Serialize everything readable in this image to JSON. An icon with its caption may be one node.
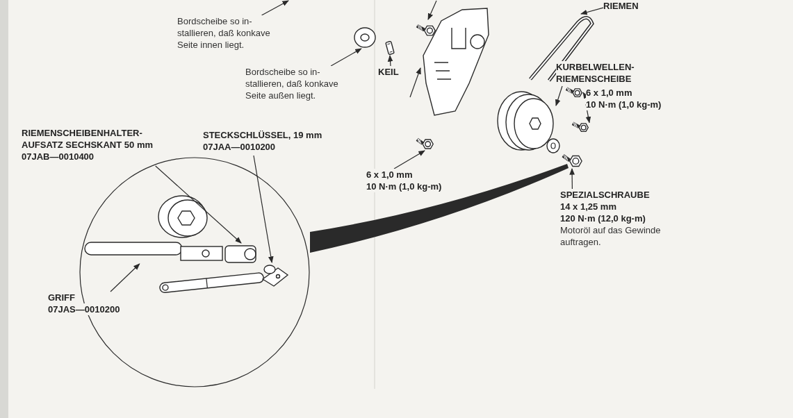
{
  "diagram": {
    "nodes": [
      {
        "text": [
          "Bordscheibe so in- stallieren, daß konkave Seite innen liegt."
        ]
      },
      {
        "text": [
          "Bordscheibe so in- stallieren, daß konkave Seite außen liegt."
        ]
      },
      {
        "text": [
          "KEIL"
        ]
      },
      {
        "text": [
          "RIEMEN"
        ]
      },
      {
        "text": [
          "KURBELWELLEN- RIEMENSCHEIBE"
        ]
      },
      {
        "text": [
          "6 x 1,0 mm",
          "10 N·m (1,0 kg-m)"
        ]
      },
      {
        "text": [
          "6 x 1,0 mm",
          "10 N·m (1,0 kg-m)"
        ]
      },
      {
        "text": [
          "SPEZIALSCHRAUBE",
          "14 x 1,25 mm",
          "120 N·m (12,0 kg-m)",
          "Motoröl auf das Gewinde auftragen."
        ]
      },
      {
        "text": [
          "RIEMENSCHEIBENHALTER- AUFSATZ SECHSKANT 50 mm",
          "07JAB—0010400"
        ]
      },
      {
        "text": [
          "STECKSCHLÜSSEL, 19 mm",
          "07JAA—0010200"
        ]
      },
      {
        "text": [
          "GRIFF",
          "07JAS—0010200"
        ]
      },
      {
        "text": [],
        "shape": "picture"
      },
      {
        "text": [],
        "shape": "picture"
      },
      {
        "text": [],
        "shape": "picture"
      },
      {
        "text": [],
        "shape": "picture"
      },
      {
        "text": [],
        "shape": "picture"
      },
      {
        "text": [],
        "shape": "picture"
      },
      {
        "text": [],
        "shape": "picture"
      },
      {
        "text": [],
        "shape": "picture"
      },
      {
        "text": [],
        "shape": "picture"
      },
      {
        "text": [],
        "shape": "picture"
      },
      {
        "text": [],
        "shape": "picture"
      },
      {
        "text": [],
        "shape": "picture"
      },
      {
        "text": [],
        "shape": "picture"
      }
    ],
    "edges": [
      {
        "from": 0,
        "to": null,
        "arrow": "to"
      },
      {
        "from": 1,
        "to": 11,
        "arrow": "to"
      },
      {
        "from": 2,
        "to": 12,
        "arrow": "to"
      },
      {
        "from": 3,
        "to": 14,
        "arrow": "to"
      },
      {
        "from": 4,
        "to": 16,
        "arrow": "to"
      },
      {
        "from": 5,
        "to": 17,
        "arrow": "to"
      },
      {
        "from": 5,
        "to": 18,
        "arrow": "to"
      },
      {
        "from": 6,
        "to": 19,
        "arrow": "to"
      },
      {
        "from": 7,
        "to": 20,
        "arrow": "to"
      },
      {
        "from": null,
        "to": 15,
        "arrow": "to"
      },
      {
        "from": null,
        "to": 13,
        "arrow": "to"
      },
      {
        "from": 8,
        "to": 21,
        "arrow": "to"
      },
      {
        "from": 9,
        "to": 23,
        "arrow": "to"
      },
      {
        "from": 10,
        "to": 22,
        "arrow": "to"
      }
    ]
  }
}
